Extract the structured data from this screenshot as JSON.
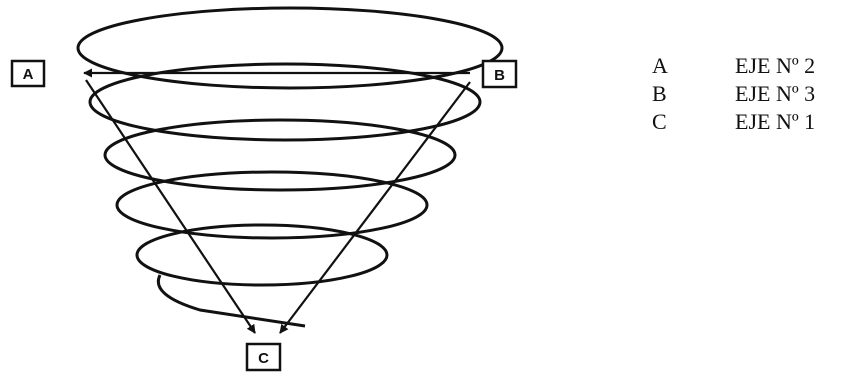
{
  "diagram": {
    "nodes": [
      {
        "id": "A",
        "label": "A"
      },
      {
        "id": "B",
        "label": "B"
      },
      {
        "id": "C",
        "label": "C"
      }
    ],
    "edges": [
      {
        "from": "B",
        "to": "A"
      },
      {
        "from": "A",
        "to": "C"
      },
      {
        "from": "B",
        "to": "C"
      }
    ],
    "spiral_turns": 5,
    "line_color": "#111111"
  },
  "legend": {
    "rows": [
      {
        "key": "A",
        "value": "EJE Nº 2"
      },
      {
        "key": "B",
        "value": "EJE Nº 3"
      },
      {
        "key": "C",
        "value": "EJE Nº 1"
      }
    ]
  }
}
